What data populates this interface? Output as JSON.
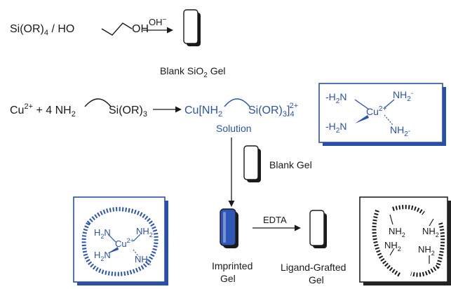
{
  "colors": {
    "black": "#1a1a1a",
    "blue": "#2a52b0",
    "box_shadow_blue": "#2a4fa8",
    "box_shadow_black": "#222222",
    "gel_fill_blue": "#2f57b8"
  },
  "row1": {
    "reactant_si": "Si(OR)",
    "reactant_si_sub": "4",
    "reactant_sep": " / HO",
    "reactant_oh": "OH",
    "catalyst": "OH",
    "catalyst_sup": "−",
    "product_label_a": "Blank SiO",
    "product_label_sub": "2",
    "product_label_b": " Gel"
  },
  "row2": {
    "cu": "Cu",
    "cu_sup": "2+",
    "plus": " +  4 NH",
    "nh_sub": "2",
    "silane": "Si(OR)",
    "silane_sub": "3",
    "complex_a": "Cu[NH",
    "complex_sub1": "2",
    "complex_b": "Si(OR)",
    "complex_sub2": "3",
    "complex_c": "]",
    "complex_sub3": "4",
    "complex_sup": "2+",
    "solution_label": "Solution"
  },
  "complex_box": {
    "h2n_top": "-H",
    "h2n_top_sub": "2",
    "h2n_top_n": "N",
    "nh2_top": "NH",
    "nh2_top_sub": "2",
    "nh2_top_sup": "-",
    "cu": "Cu",
    "cu_sup": "2+",
    "h2n_bot": "-H",
    "h2n_bot_sub": "2",
    "h2n_bot_n": "N",
    "nh2_bot": "NH",
    "nh2_bot_sub": "2",
    "nh2_bot_sup": "-"
  },
  "blank_gel_label": "Blank Gel",
  "imprinted": {
    "h2n_top": "H",
    "h2n_top_sub": "2",
    "h2n_top_n": "N",
    "nh2_top": "NH",
    "nh2_top_sub": "2",
    "cu": "Cu",
    "cu_sup": "2+",
    "h2n_bot": "H",
    "h2n_bot_sub": "2",
    "h2n_bot_n": "N",
    "nh2_bot": "NH",
    "nh2_bot_sub": "2",
    "label_line1": "Imprinted",
    "label_line2": "Gel"
  },
  "edta_label": "EDTA",
  "grafted": {
    "label_line1": "Ligand-Grafted",
    "label_line2": "Gel",
    "nh2_a": "NH",
    "nh2_a_sub": "2",
    "nh2_b": "NH",
    "nh2_b_sub": "2",
    "nh2_c": "NH",
    "nh2_c_sub": "2",
    "nh2_d": "NH",
    "nh2_d_sub": "2"
  }
}
